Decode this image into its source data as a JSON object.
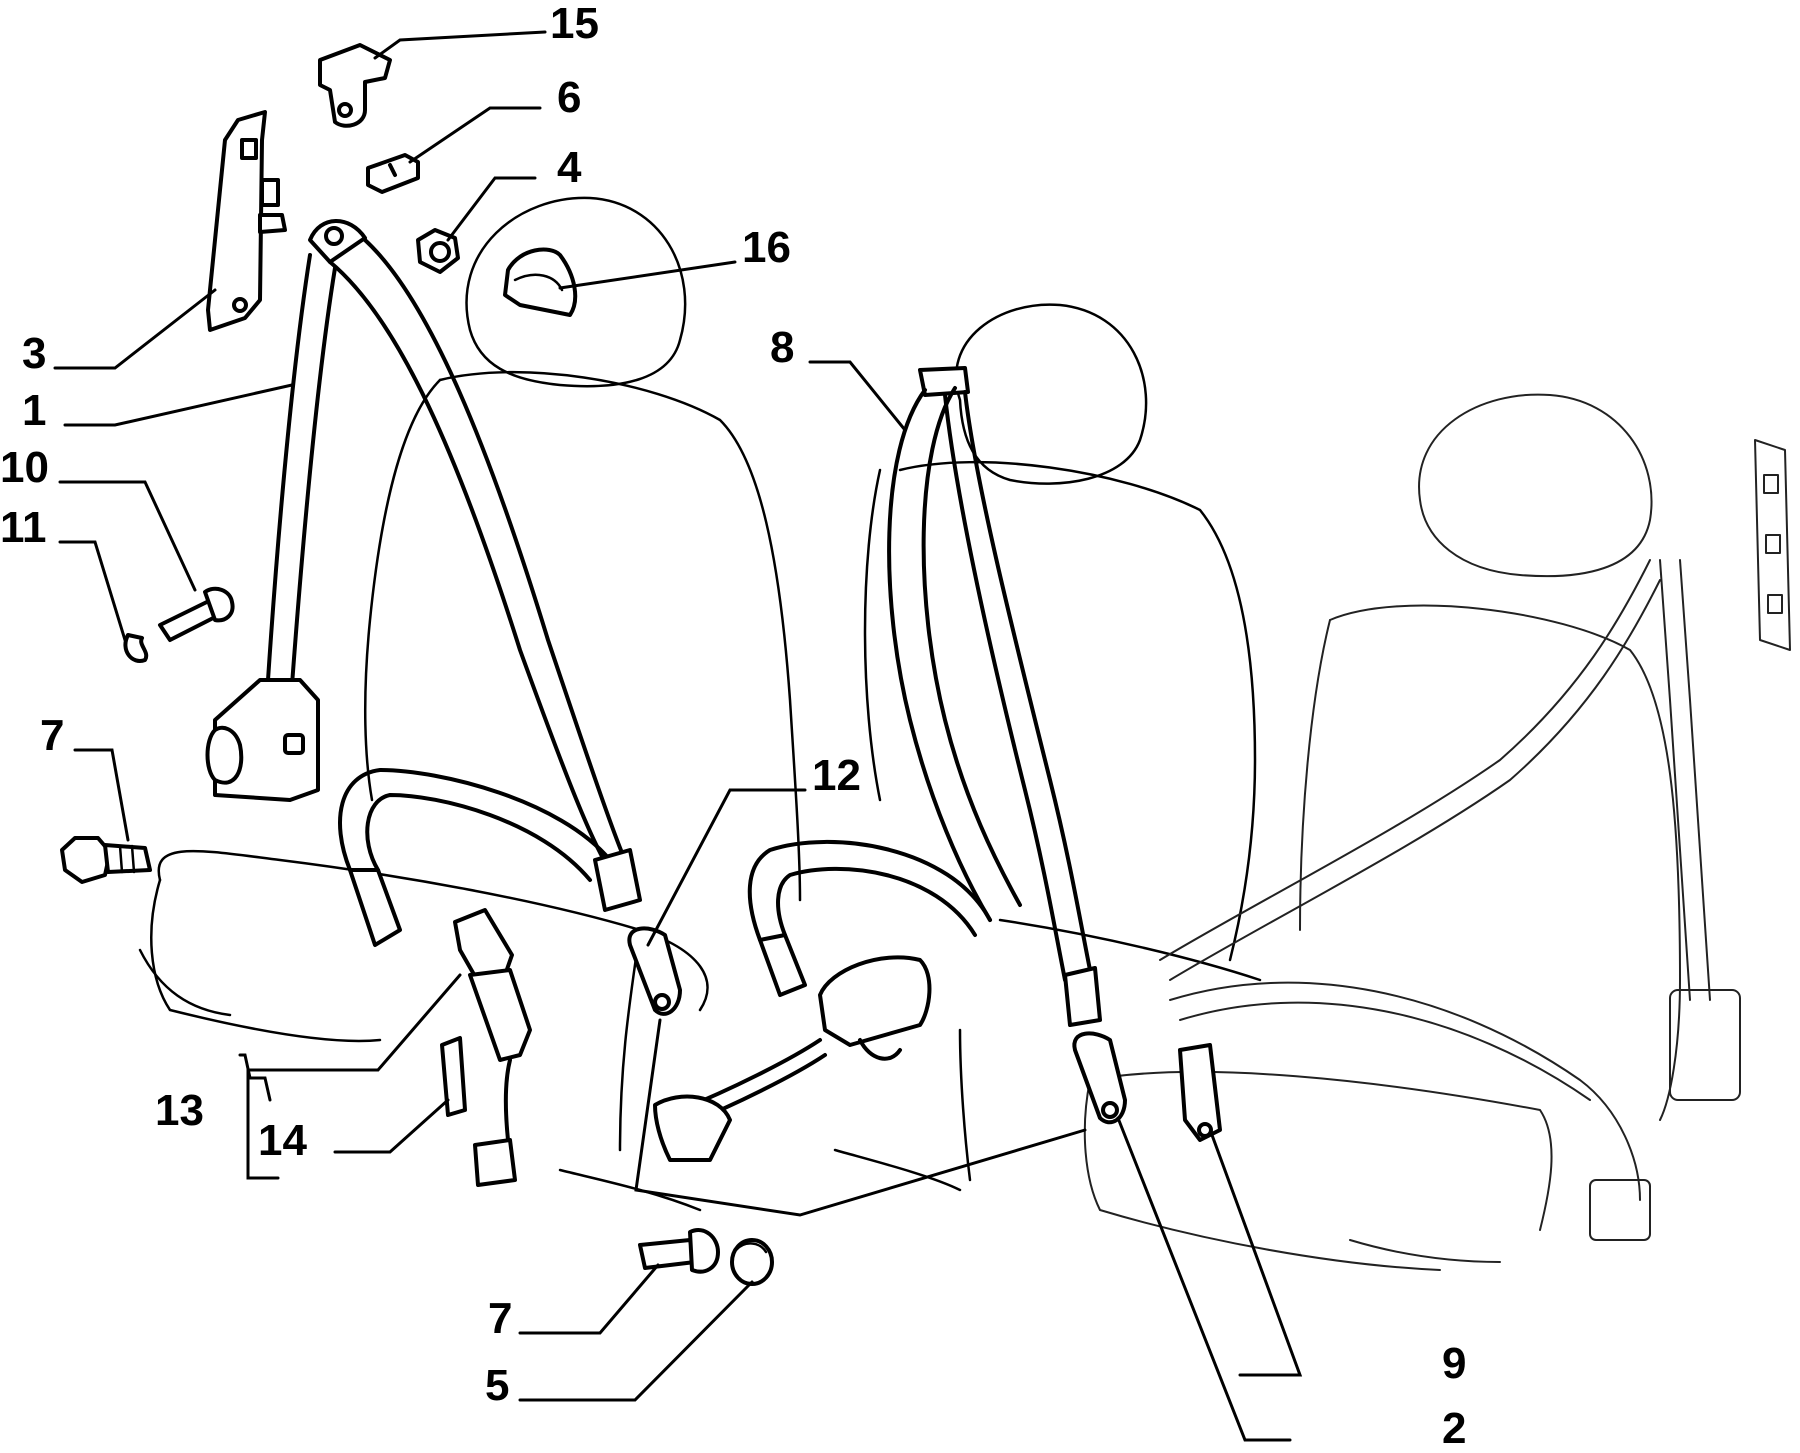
{
  "labels": [
    {
      "id": "lbl-15",
      "text": "15"
    },
    {
      "id": "lbl-6",
      "text": "6"
    },
    {
      "id": "lbl-4",
      "text": "4"
    },
    {
      "id": "lbl-16",
      "text": "16"
    },
    {
      "id": "lbl-3",
      "text": "3"
    },
    {
      "id": "lbl-1",
      "text": "1"
    },
    {
      "id": "lbl-8",
      "text": "8"
    },
    {
      "id": "lbl-10",
      "text": "10"
    },
    {
      "id": "lbl-11",
      "text": "11"
    },
    {
      "id": "lbl-7a",
      "text": "7"
    },
    {
      "id": "lbl-12",
      "text": "12"
    },
    {
      "id": "lbl-13",
      "text": "13"
    },
    {
      "id": "lbl-14",
      "text": "14"
    },
    {
      "id": "lbl-7b",
      "text": "7"
    },
    {
      "id": "lbl-5",
      "text": "5"
    },
    {
      "id": "lbl-9",
      "text": "9"
    },
    {
      "id": "lbl-2",
      "text": "2"
    }
  ]
}
